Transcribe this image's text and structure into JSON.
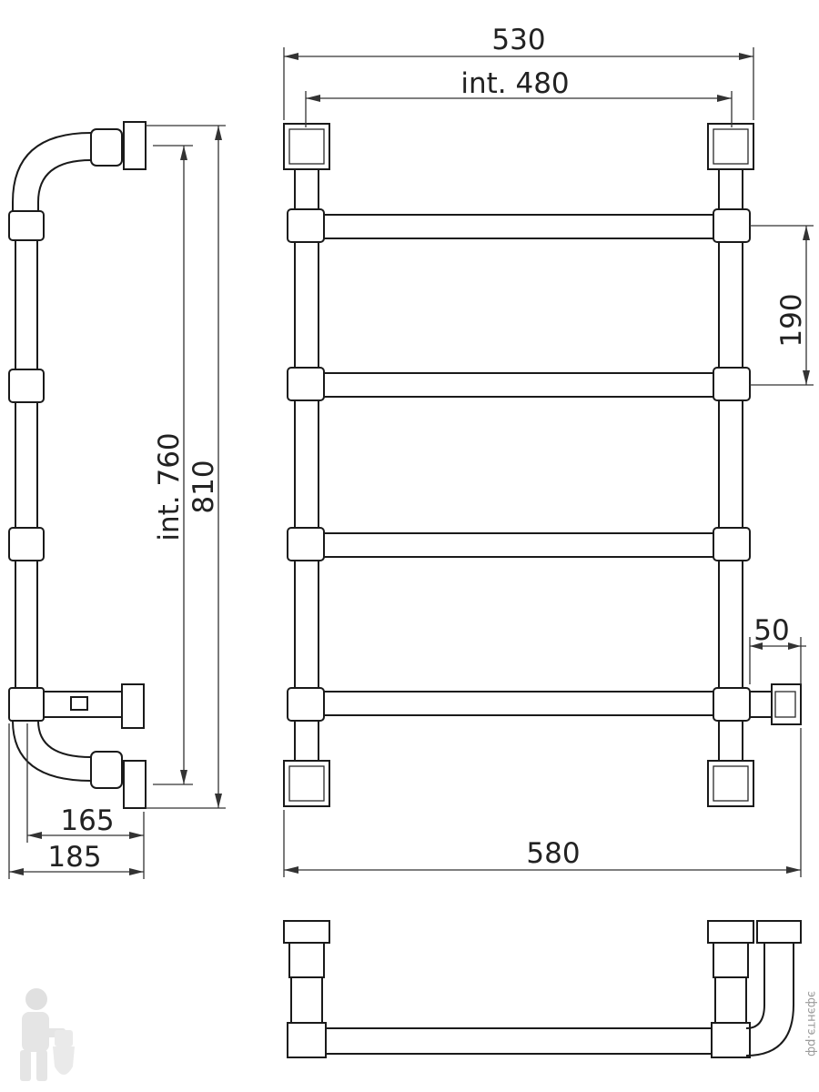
{
  "dimensions": {
    "overall_width_top": "530",
    "interior_width": "int. 480",
    "rung_spacing": "190",
    "connector_offset": "50",
    "overall_width_bottom": "580",
    "interior_height": "int. 760",
    "overall_height": "810",
    "depth_inner": "165",
    "depth_outer": "185"
  },
  "watermark": {
    "text": "эфэнтэ.рф"
  },
  "colors": {
    "line": "#1a1a1a",
    "dimension": "#333333",
    "watermark": "#9a9a9a"
  }
}
